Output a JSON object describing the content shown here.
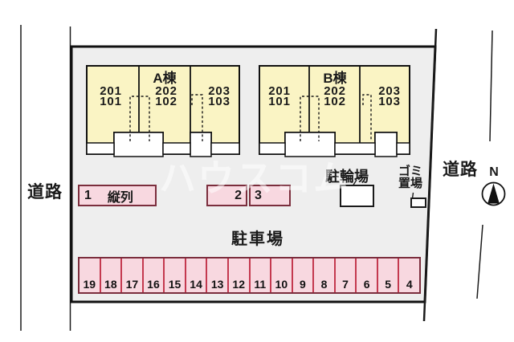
{
  "plan": {
    "watermark": "ハウスコム",
    "roads": {
      "left": "道路",
      "right": "道路"
    },
    "compass_label": "N",
    "buildings": [
      {
        "name": "A棟",
        "units": [
          {
            "upper": "201",
            "lower": "101"
          },
          {
            "upper": "202",
            "lower": "102"
          },
          {
            "upper": "203",
            "lower": "103"
          }
        ]
      },
      {
        "name": "B棟",
        "units": [
          {
            "upper": "201",
            "lower": "101"
          },
          {
            "upper": "202",
            "lower": "102"
          },
          {
            "upper": "203",
            "lower": "103"
          }
        ]
      }
    ],
    "labels": {
      "parking_lot": "駐車場",
      "bicycle_parking": "駐輪場",
      "garbage_line1": "ゴミ",
      "garbage_line2": "置場"
    },
    "parking": {
      "tandem_number": "1",
      "tandem_label": "縦列",
      "space2": "2",
      "space3": "3",
      "row": [
        "19",
        "18",
        "17",
        "16",
        "15",
        "14",
        "13",
        "12",
        "11",
        "10",
        "9",
        "8",
        "7",
        "6",
        "5",
        "4"
      ]
    },
    "colors": {
      "building_fill": "#faf4c4",
      "site_fill": "#eeeeee",
      "parking_space_fill": "#f8d8e0",
      "parking_space_border": "#c4394f",
      "parking_outer_border": "#7b2e3d",
      "line_color": "#1a1a1a"
    }
  }
}
